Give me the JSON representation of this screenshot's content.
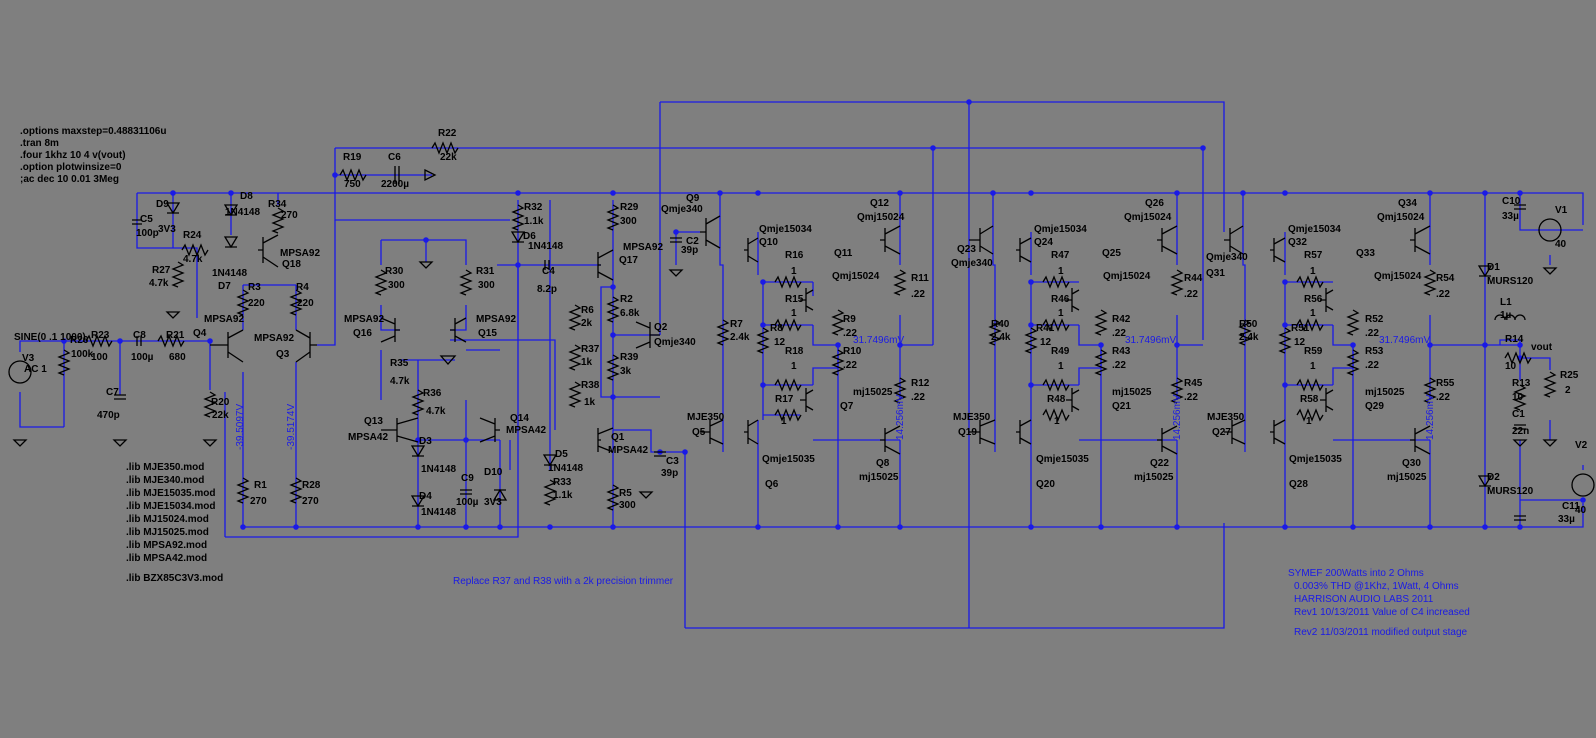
{
  "colors": {
    "background": "#7f7f7f",
    "wire": "#1a1ae6",
    "component": "#000000",
    "netlabel": "#1a1ae6"
  },
  "directives": [
    ".options maxstep=0.48831106u",
    ".tran 8m",
    ".four 1khz 10 4 v(vout)",
    ".option plotwinsize=0",
    ";ac dec 10 0.01 3Meg"
  ],
  "libs": [
    ".lib MJE350.mod",
    ".lib MJE340.mod",
    ".lib MJE15035.mod",
    ".lib MJE15034.mod",
    ".lib MJ15024.mod",
    ".lib MJ15025.mod",
    ".lib MPSA92.mod",
    ".lib MPSA42.mod"
  ],
  "lib_zener": ".lib BZX85C3V3.mod",
  "trim_note": "Replace R37 and R38 with a 2k precision trimmer",
  "notes": [
    "SYMEF 200Watts into 2 Ohms",
    "0.003% THD @1Khz, 1Watt, 4 Ohms",
    "HARRISON AUDIO LABS 2011",
    "Rev1 10/13/2011 Value of C4 increased",
    "Rev2 11/03/2011 modified output stage"
  ],
  "source": {
    "name": "V3",
    "value": "SINE(0 .1 1000)",
    "ac": "AC 1"
  },
  "probes": {
    "v_neg1": "-39.5097V",
    "v_neg2": "-39.5174V",
    "v_out1": "31.7496mV",
    "v_out2": "31.7496mV",
    "v_out3": "31.7496mV",
    "v_bias1": "14.256mV",
    "v_bias2": "14.256mV",
    "v_bias3": "14.256mV"
  },
  "net_vout": "vout",
  "labels": [
    [
      "R19",
      343,
      160
    ],
    [
      "750",
      344,
      187
    ],
    [
      "C6",
      388,
      160
    ],
    [
      "2200µ",
      381,
      187
    ],
    [
      "R22",
      438,
      136
    ],
    [
      "22k",
      440,
      160
    ],
    [
      "D9",
      156,
      207
    ],
    [
      "C5",
      140,
      222
    ],
    [
      "100p",
      136,
      236
    ],
    [
      "3V3",
      158,
      232
    ],
    [
      "D8",
      240,
      199
    ],
    [
      "1N4148",
      225,
      215
    ],
    [
      "R34",
      268,
      207
    ],
    [
      "270",
      281,
      218
    ],
    [
      "R24",
      183,
      238
    ],
    [
      "4.7k",
      183,
      262
    ],
    [
      "1N4148",
      212,
      276
    ],
    [
      "D7",
      218,
      289
    ],
    [
      "MPSA92",
      280,
      256
    ],
    [
      "Q18",
      282,
      267
    ],
    [
      "R27",
      152,
      273
    ],
    [
      "4.7k",
      149,
      286
    ],
    [
      "R3",
      248,
      290
    ],
    [
      "220",
      248,
      306
    ],
    [
      "R4",
      296,
      290
    ],
    [
      "220",
      297,
      306
    ],
    [
      "MPSA92",
      204,
      322
    ],
    [
      "Q4",
      193,
      336
    ],
    [
      "MPSA92",
      254,
      341
    ],
    [
      "Q3",
      276,
      357
    ],
    [
      "R23",
      91,
      338
    ],
    [
      "100",
      91,
      360
    ],
    [
      "C8",
      133,
      338
    ],
    [
      "100µ",
      131,
      360
    ],
    [
      "R21",
      166,
      338
    ],
    [
      "680",
      169,
      360
    ],
    [
      "R26",
      70,
      343
    ],
    [
      "100k",
      71,
      357
    ],
    [
      "C7",
      106,
      395
    ],
    [
      "470p",
      97,
      418
    ],
    [
      "R20",
      211,
      405
    ],
    [
      "22k",
      212,
      418
    ],
    [
      "R1",
      254,
      488
    ],
    [
      "270",
      250,
      504
    ],
    [
      "R28",
      302,
      488
    ],
    [
      "270",
      302,
      504
    ],
    [
      "R32",
      524,
      210
    ],
    [
      "1.1k",
      524,
      224
    ],
    [
      "D6",
      523,
      239
    ],
    [
      "1N4148",
      528,
      249
    ],
    [
      "R29",
      620,
      210
    ],
    [
      "300",
      620,
      224
    ],
    [
      "MPSA92",
      623,
      250
    ],
    [
      "Q17",
      619,
      263
    ],
    [
      "C4",
      542,
      274
    ],
    [
      "8.2p",
      537,
      292
    ],
    [
      "R2",
      620,
      302
    ],
    [
      "6.8k",
      620,
      316
    ],
    [
      "R6",
      581,
      313
    ],
    [
      "2k",
      581,
      326
    ],
    [
      "R37",
      581,
      352
    ],
    [
      "1k",
      581,
      365
    ],
    [
      "R38",
      581,
      388
    ],
    [
      "1k",
      584,
      405
    ],
    [
      "R39",
      620,
      360
    ],
    [
      "3k",
      620,
      374
    ],
    [
      "Q2",
      654,
      330
    ],
    [
      "Qmje340",
      654,
      345
    ],
    [
      "R30",
      385,
      274
    ],
    [
      "300",
      388,
      288
    ],
    [
      "R31",
      476,
      274
    ],
    [
      "300",
      478,
      288
    ],
    [
      "MPSA92",
      344,
      322
    ],
    [
      "Q16",
      353,
      336
    ],
    [
      "MPSA92",
      476,
      322
    ],
    [
      "Q15",
      478,
      336
    ],
    [
      "R35",
      390,
      366
    ],
    [
      "4.7k",
      390,
      384
    ],
    [
      "R36",
      423,
      396
    ],
    [
      "4.7k",
      426,
      414
    ],
    [
      "Q13",
      364,
      424
    ],
    [
      "MPSA42",
      348,
      440
    ],
    [
      "D3",
      419,
      444
    ],
    [
      "1N4148",
      421,
      472
    ],
    [
      "D4",
      419,
      499
    ],
    [
      "1N4148",
      421,
      515
    ],
    [
      "C9",
      461,
      481
    ],
    [
      "100µ",
      456,
      505
    ],
    [
      "D10",
      484,
      475
    ],
    [
      "3V3",
      484,
      505
    ],
    [
      "Q14",
      510,
      421
    ],
    [
      "MPSA42",
      506,
      433
    ],
    [
      "D5",
      555,
      457
    ],
    [
      "1N4148",
      548,
      471
    ],
    [
      "R33",
      553,
      485
    ],
    [
      "1.1k",
      553,
      498
    ],
    [
      "Q1",
      611,
      440
    ],
    [
      "MPSA42",
      608,
      453
    ],
    [
      "R5",
      619,
      496
    ],
    [
      "300",
      619,
      508
    ],
    [
      "C3",
      666,
      464
    ],
    [
      "39p",
      661,
      476
    ],
    [
      "Q9",
      686,
      201
    ],
    [
      "Qmje340",
      661,
      212
    ],
    [
      "C2",
      686,
      244
    ],
    [
      "39p",
      681,
      253
    ],
    [
      "Qmje15034",
      759,
      232
    ],
    [
      "Q10",
      759,
      245
    ],
    [
      "R16",
      785,
      258
    ],
    [
      "1",
      791,
      274
    ],
    [
      "R7",
      730,
      327
    ],
    [
      "2.4k",
      730,
      340
    ],
    [
      "R15",
      785,
      302
    ],
    [
      "1",
      791,
      316
    ],
    [
      "R8",
      770,
      331
    ],
    [
      "12",
      774,
      345
    ],
    [
      "R18",
      785,
      354
    ],
    [
      "1",
      791,
      369
    ],
    [
      "MJE350",
      687,
      420
    ],
    [
      "Q5",
      692,
      435
    ],
    [
      "R17",
      775,
      402
    ],
    [
      "1",
      781,
      424
    ],
    [
      "Qmje15035",
      762,
      462
    ],
    [
      "Q6",
      765,
      487
    ],
    [
      "Q12",
      870,
      206
    ],
    [
      "Qmj15024",
      857,
      220
    ],
    [
      "Q11",
      834,
      256
    ],
    [
      "Qmj15024",
      832,
      279
    ],
    [
      "R11",
      911,
      281
    ],
    [
      ".22",
      911,
      297
    ],
    [
      "R9",
      843,
      322
    ],
    [
      ".22",
      843,
      336
    ],
    [
      "R10",
      843,
      354
    ],
    [
      ".22",
      843,
      368
    ],
    [
      "R12",
      911,
      386
    ],
    [
      ".22",
      911,
      400
    ],
    [
      "mj15025",
      853,
      395
    ],
    [
      "Q7",
      840,
      409
    ],
    [
      "Q8",
      876,
      466
    ],
    [
      "mj15025",
      859,
      480
    ],
    [
      "Q23",
      957,
      252
    ],
    [
      "Qmje340",
      951,
      266
    ],
    [
      "Qmje15034",
      1034,
      232
    ],
    [
      "Q24",
      1034,
      245
    ],
    [
      "R47",
      1051,
      258
    ],
    [
      "1",
      1058,
      274
    ],
    [
      "R40",
      991,
      327
    ],
    [
      "2.4k",
      991,
      340
    ],
    [
      "R46",
      1051,
      302
    ],
    [
      "1",
      1058,
      316
    ],
    [
      "R41",
      1036,
      331
    ],
    [
      "12",
      1040,
      345
    ],
    [
      "R49",
      1051,
      354
    ],
    [
      "1",
      1058,
      369
    ],
    [
      "MJE350",
      953,
      420
    ],
    [
      "Q19",
      958,
      435
    ],
    [
      "R48",
      1047,
      402
    ],
    [
      "1",
      1054,
      424
    ],
    [
      "Qmje15035",
      1036,
      462
    ],
    [
      "Q20",
      1036,
      487
    ],
    [
      "Q26",
      1145,
      206
    ],
    [
      "Qmj15024",
      1124,
      220
    ],
    [
      "Q25",
      1102,
      256
    ],
    [
      "Qmj15024",
      1103,
      279
    ],
    [
      "R44",
      1184,
      281
    ],
    [
      ".22",
      1184,
      297
    ],
    [
      "R42",
      1112,
      322
    ],
    [
      ".22",
      1112,
      336
    ],
    [
      "R43",
      1112,
      354
    ],
    [
      ".22",
      1112,
      368
    ],
    [
      "R45",
      1184,
      386
    ],
    [
      ".22",
      1184,
      400
    ],
    [
      "mj15025",
      1112,
      395
    ],
    [
      "Q21",
      1112,
      409
    ],
    [
      "Q22",
      1150,
      466
    ],
    [
      "mj15025",
      1134,
      480
    ],
    [
      "Q31",
      1206,
      276
    ],
    [
      "Qmje340",
      1206,
      260
    ],
    [
      "Qmje15034",
      1288,
      232
    ],
    [
      "Q32",
      1288,
      245
    ],
    [
      "R57",
      1304,
      258
    ],
    [
      "1",
      1310,
      274
    ],
    [
      "R50",
      1239,
      327
    ],
    [
      "2.4k",
      1239,
      340
    ],
    [
      "R56",
      1304,
      302
    ],
    [
      "1",
      1310,
      316
    ],
    [
      "R51",
      1291,
      331
    ],
    [
      "12",
      1294,
      345
    ],
    [
      "R59",
      1304,
      354
    ],
    [
      "1",
      1310,
      369
    ],
    [
      "MJE350",
      1207,
      420
    ],
    [
      "Q27",
      1212,
      435
    ],
    [
      "R58",
      1300,
      402
    ],
    [
      "1",
      1306,
      424
    ],
    [
      "Qmje15035",
      1289,
      462
    ],
    [
      "Q28",
      1289,
      487
    ],
    [
      "Q34",
      1398,
      206
    ],
    [
      "Qmj15024",
      1377,
      220
    ],
    [
      "Q33",
      1356,
      256
    ],
    [
      "Qmj15024",
      1374,
      279
    ],
    [
      "R54",
      1436,
      281
    ],
    [
      ".22",
      1436,
      297
    ],
    [
      "R52",
      1365,
      322
    ],
    [
      ".22",
      1365,
      336
    ],
    [
      "R53",
      1365,
      354
    ],
    [
      ".22",
      1365,
      368
    ],
    [
      "R55",
      1436,
      386
    ],
    [
      ".22",
      1436,
      400
    ],
    [
      "mj15025",
      1365,
      395
    ],
    [
      "Q29",
      1365,
      409
    ],
    [
      "Q30",
      1402,
      466
    ],
    [
      "mj15025",
      1387,
      480
    ],
    [
      "C10",
      1502,
      204
    ],
    [
      "33µ",
      1502,
      219
    ],
    [
      "V1",
      1555,
      213
    ],
    [
      "40",
      1555,
      247
    ],
    [
      "D1",
      1487,
      270
    ],
    [
      "MURS120",
      1487,
      284
    ],
    [
      "L1",
      1500,
      305
    ],
    [
      "1µ",
      1500,
      318
    ],
    [
      "R14",
      1505,
      342
    ],
    [
      "10",
      1505,
      369
    ],
    [
      "R13",
      1512,
      386
    ],
    [
      "10",
      1512,
      400
    ],
    [
      "C1",
      1512,
      417
    ],
    [
      "22n",
      1512,
      434
    ],
    [
      "R25",
      1560,
      378
    ],
    [
      "2",
      1565,
      393
    ],
    [
      "D2",
      1487,
      480
    ],
    [
      "MURS120",
      1487,
      494
    ],
    [
      "V2",
      1575,
      448
    ],
    [
      "C11",
      1562,
      509
    ],
    [
      "33µ",
      1558,
      522
    ],
    [
      "40",
      1575,
      513
    ]
  ]
}
